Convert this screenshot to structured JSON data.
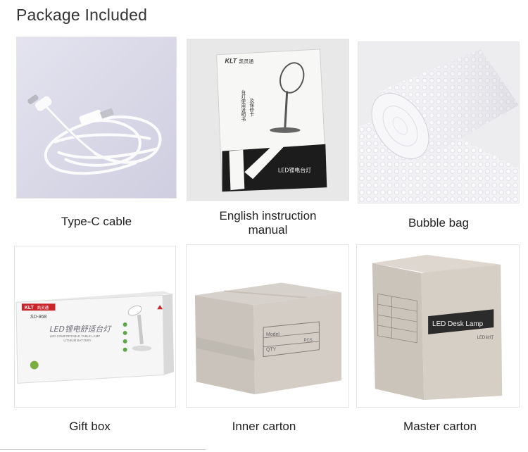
{
  "page": {
    "title": "Package Included"
  },
  "items": [
    {
      "caption": "Type-C cable"
    },
    {
      "caption_line1": "English instruction",
      "caption_line2": "manual"
    },
    {
      "caption": "Bubble bag"
    },
    {
      "caption": "Gift box"
    },
    {
      "caption": "Inner carton"
    },
    {
      "caption": "Master carton"
    }
  ],
  "manual": {
    "brand": "KLT",
    "brand_cn": "凯灵通",
    "title_cn_1": "台灯使用说明书",
    "title_cn_2": "及保修卡",
    "product_cn": "LED锂电台灯"
  },
  "giftbox": {
    "brand": "KLT",
    "brand_cn": "凯灵通",
    "model": "SD-868",
    "product_cn": "LED锂电舒适台灯",
    "product_en": "LED COMFORTABLE TABLE LAMP",
    "battery": "LITHIUM BATTERY"
  },
  "inner_carton": {
    "label1": "Model",
    "label2": "QTY",
    "label3": "PCS"
  },
  "master_carton": {
    "label": "LED Desk Lamp",
    "sub": "LED台灯"
  }
}
